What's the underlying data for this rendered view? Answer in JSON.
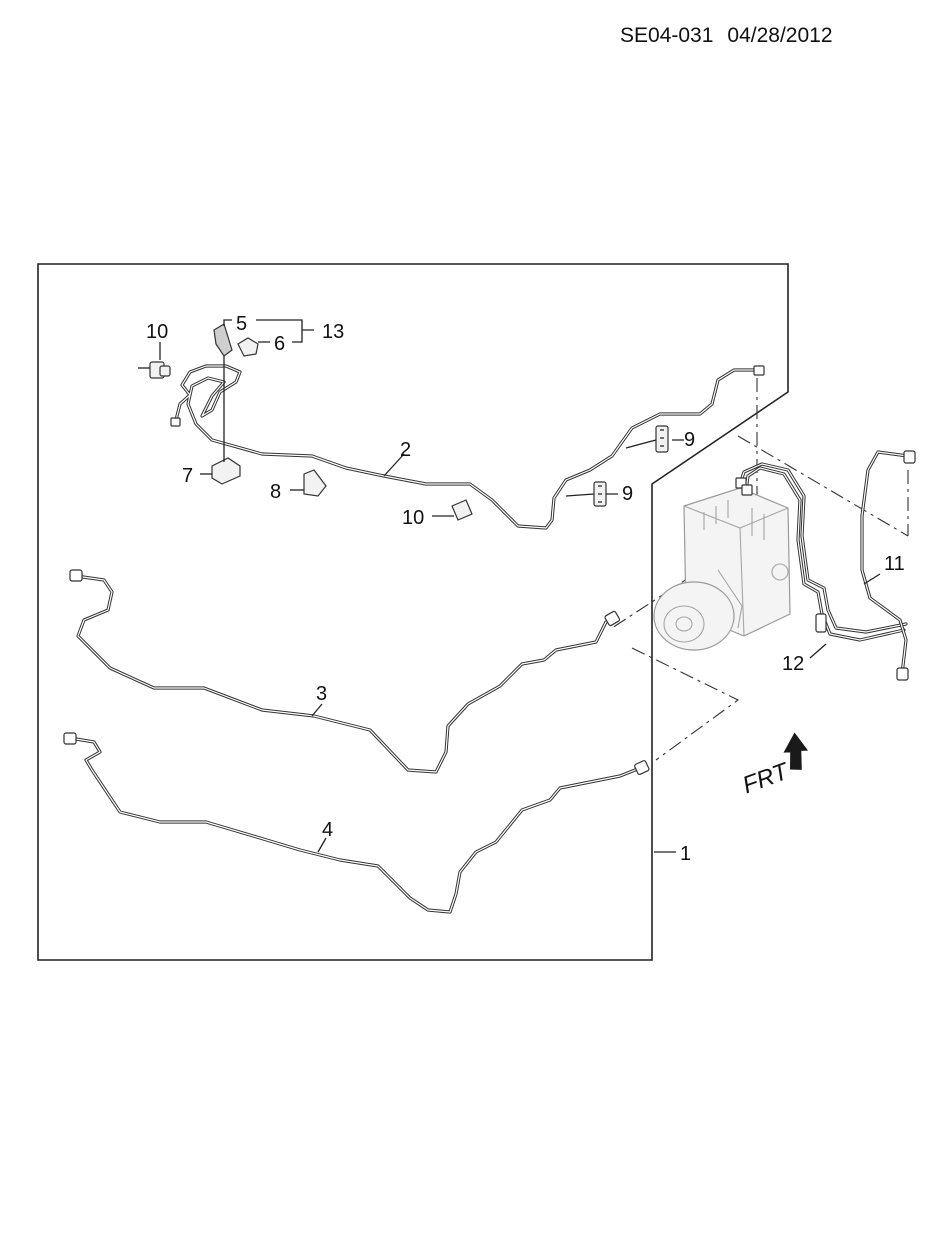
{
  "header": {
    "code": "SE04-031",
    "date": "04/28/2012"
  },
  "callouts": {
    "c1": "1",
    "c2": "2",
    "c3": "3",
    "c4": "4",
    "c5": "5",
    "c6": "6",
    "c7": "7",
    "c8": "8",
    "c9a": "9",
    "c9b": "9",
    "c10a": "10",
    "c10b": "10",
    "c11": "11",
    "c12": "12",
    "c13": "13"
  },
  "orientation": {
    "label": "FRT",
    "icon": "front-direction-arrow-icon"
  }
}
